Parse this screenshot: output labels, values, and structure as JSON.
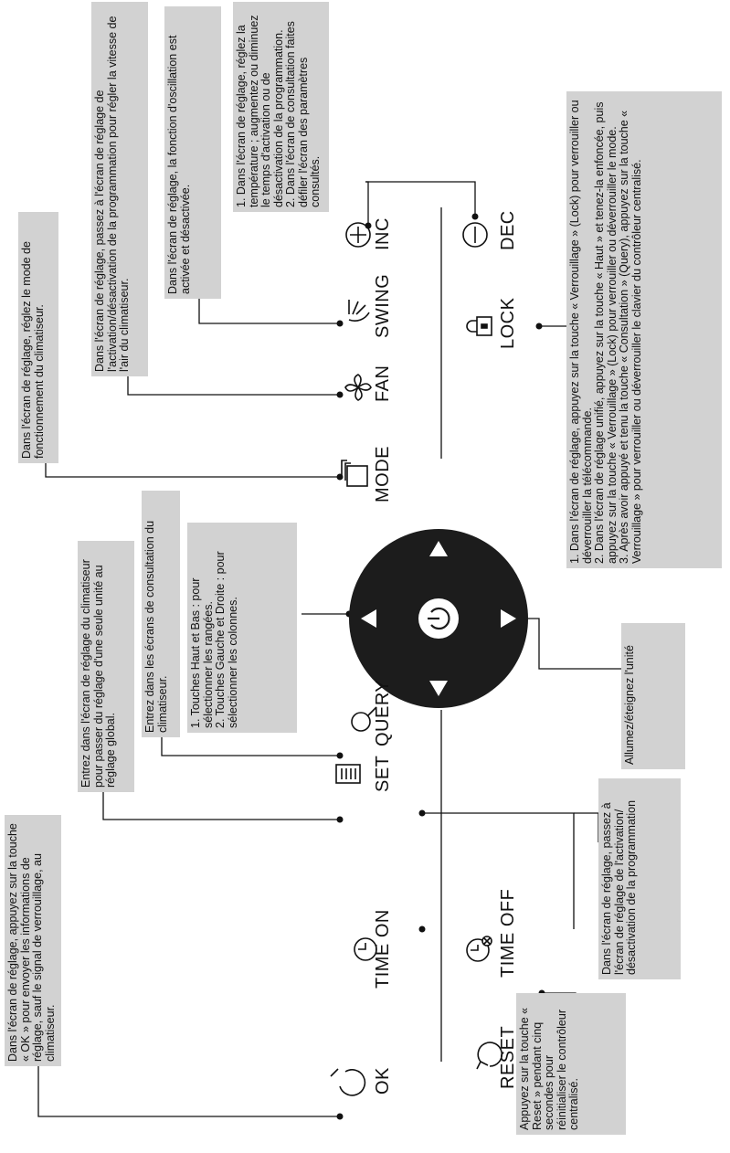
{
  "buttons": {
    "ok": "OK",
    "time_on": "TIME ON",
    "set": "SET",
    "query": "QUERY",
    "mode": "MODE",
    "fan": "FAN",
    "swing": "SWING",
    "inc": "INC",
    "reset": "RESET",
    "time_off": "TIME OFF",
    "lock": "LOCK",
    "dec": "DEC"
  },
  "descriptions": {
    "ok": "Dans l'écran de réglage, appuyez sur la touche « OK » pour envoyer les informations de réglage, sauf le signal de verrouillage, au climatiseur.",
    "set": "Entrez dans l'écran de réglage du climatiseur pour passer du réglage d'une seule unité au réglage global.",
    "query": "Entrez dans les écrans de consultation du climatiseur.",
    "arrows_1": "1. Touches Haut et Bas : pour sélectionner les rangées.",
    "arrows_2": "2. Touches Gauche et Droite : pour sélectionner les colonnes.",
    "mode": "Dans l'écran de réglage, réglez le mode de fonctionnement du climatiseur.",
    "fan": "Dans l'écran de réglage, passez à l'écran de réglage de l'activation/désactivation de la programmation pour régler la vitesse de l'air du climatiseur.",
    "swing": "Dans l'écran de réglage, la fonction d'oscillation est activée et désactivée.",
    "incdec_1": "1. Dans l'écran de réglage, réglez la température ; augmentez ou diminuez le temps d'activation ou de désactivation de la programmation.",
    "incdec_2": "2. Dans l'écran de consultation faites défiler l'écran des paramètres consultés.",
    "power": "Allumez/éteignez l'unité",
    "time": "Dans l'écran de réglage, passez à l'écran de réglage de l'activation/ désactivation de la programmation",
    "reset": "Appuyez sur la touche « Reset » pendant cinq secondes pour réinitialiser le contrôleur centralisé.",
    "lock_1": "1. Dans l'écran de réglage, appuyez sur la touche « Verrouillage » (Lock) pour verrouiller ou déverrouiller la télécommande.",
    "lock_2": "2. Dans l'écran de réglage unifié, appuyez sur la touche « Haut » et tenez-la enfoncée, puis appuyez sur la touche « Verrouillage » (Lock) pour verrouiller ou déverrouiller le mode.",
    "lock_3": "3. Après avoir appuyé et tenu la touche « Consultation » (Query), appuyez sur la touche « Verrouillage » pour verrouiller ou déverrouiller le clavier du contrôleur centralisé."
  },
  "colors": {
    "box_bg": "#d2d2d2",
    "pad": "#1c1c1c",
    "line": "#111111"
  }
}
